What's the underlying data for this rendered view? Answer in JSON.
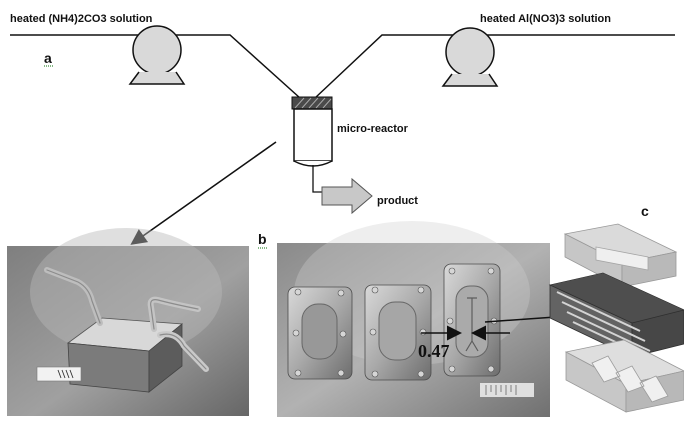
{
  "labels": {
    "left_solution": "heated (NH4)2CO3 solution",
    "right_solution": "heated Al(NO3)3 solution",
    "panel_a": "a",
    "reactor": "micro-reactor",
    "product": "product",
    "panel_b": "b",
    "panel_c": "c",
    "measurement": "0.47"
  },
  "colors": {
    "line": "#111111",
    "pump_fill": "#d9d9d9",
    "product_arrow_fill": "#c8c8c8",
    "photo_bg_left": "#8c8c8c",
    "photo_bg_mid": "#9a9a9a",
    "part_light": "#d7d7d7",
    "part_dark": "#4a4a4a"
  },
  "icons": {
    "left_pump": "pump-icon",
    "right_pump": "pump-icon",
    "reactor": "micro-reactor-icon",
    "product_arrow": "arrow-right-icon"
  }
}
